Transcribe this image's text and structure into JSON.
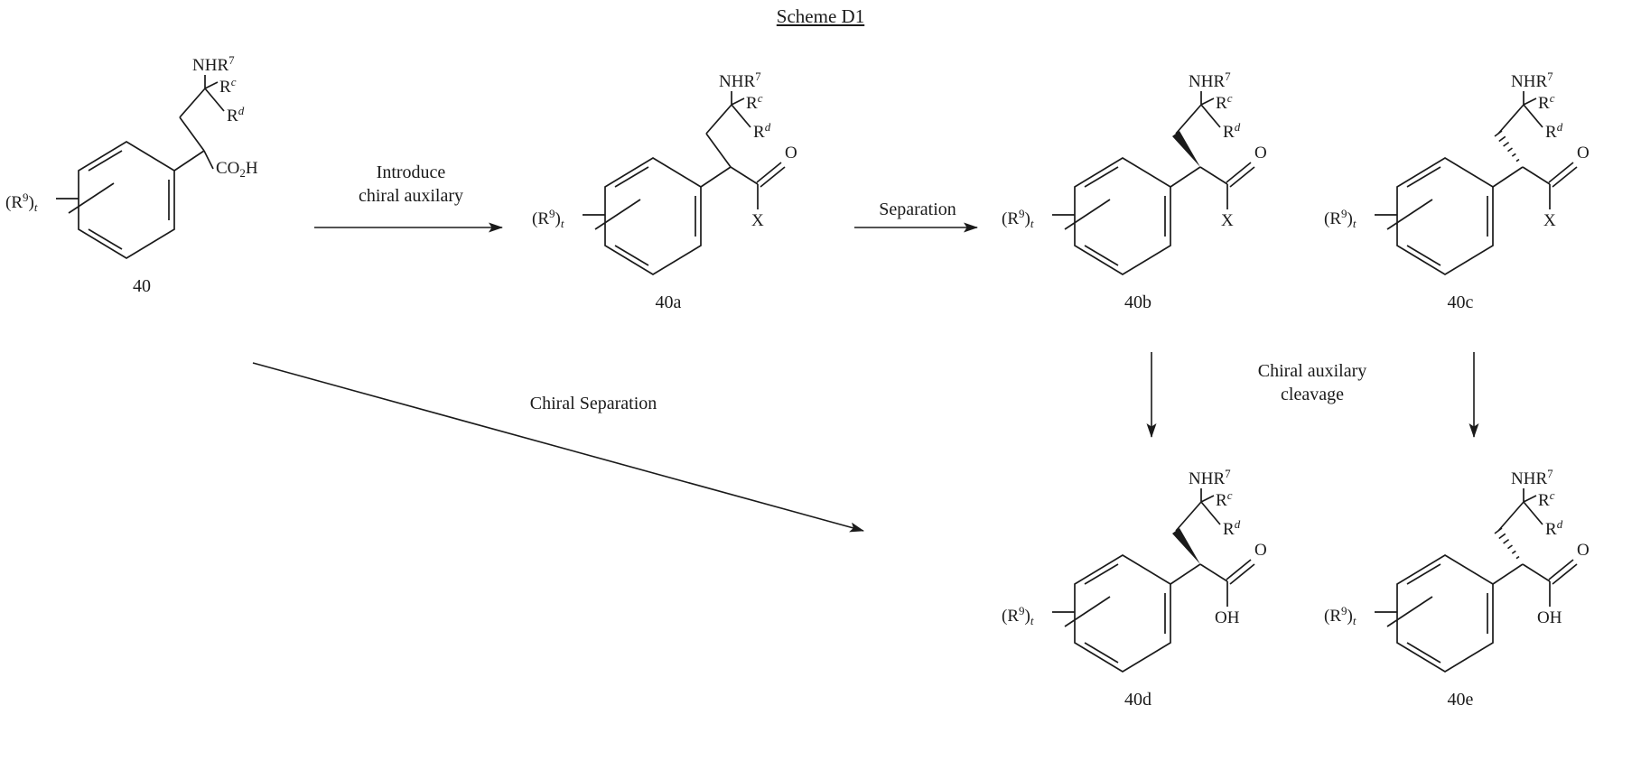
{
  "title": "Scheme D1",
  "steps": {
    "introduce": {
      "line1": "Introduce",
      "line2": "chiral auxilary"
    },
    "separation": "Separation",
    "cleavage": {
      "line1": "Chiral auxilary",
      "line2": "cleavage"
    },
    "chiral_separation": "Chiral Separation"
  },
  "labels": {
    "amine": {
      "base": "NHR",
      "sup": "7"
    },
    "rc": {
      "base": "R",
      "sup": "c"
    },
    "rd": {
      "base": "R",
      "sup": "d"
    },
    "r9": {
      "pre": "(R",
      "sup": "9",
      "post": ")",
      "sub": "t"
    },
    "co2h": {
      "pre": "CO",
      "sub": "2",
      "post": "H"
    },
    "carbonyl_o": "O",
    "aux_x": "X",
    "hydroxyl": "OH"
  },
  "structures": {
    "s40": {
      "id": "40"
    },
    "s40a": {
      "id": "40a"
    },
    "s40b": {
      "id": "40b"
    },
    "s40c": {
      "id": "40c"
    },
    "s40d": {
      "id": "40d"
    },
    "s40e": {
      "id": "40e"
    }
  }
}
